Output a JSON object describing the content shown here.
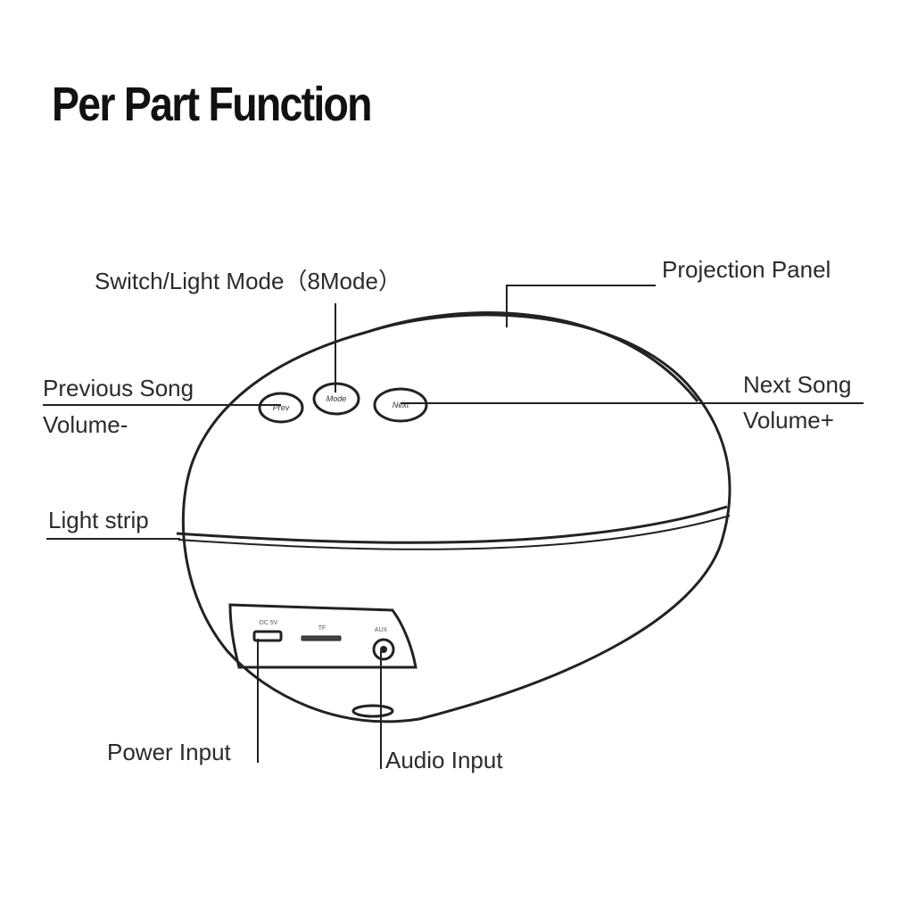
{
  "title": "Per Part Function",
  "labels": {
    "switch_light_mode": "Switch/Light Mode（8Mode）",
    "projection_panel": "Projection Panel",
    "previous_song": "Previous Song",
    "volume_minus": "Volume-",
    "next_song": "Next Song",
    "volume_plus": "Volume+",
    "light_strip": "Light strip",
    "power_input": "Power Input",
    "audio_input": "Audio Input"
  },
  "ports": {
    "dc": "DC 5V",
    "tf": "TF",
    "aux": "AUX"
  },
  "buttons": {
    "prev": "Prev",
    "mode": "Mode",
    "next": "Next"
  },
  "colors": {
    "line": "#222222",
    "text": "#2b2b2b"
  }
}
